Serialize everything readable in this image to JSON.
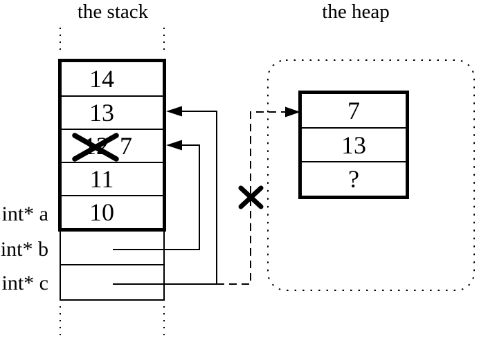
{
  "titles": {
    "stack": "the stack",
    "heap": "the heap"
  },
  "stack": {
    "cells": [
      {
        "value": "14"
      },
      {
        "value": "13"
      },
      {
        "old_value": "12",
        "new_value": "7",
        "crossed_out": true
      },
      {
        "value": "11"
      },
      {
        "value": "10"
      }
    ],
    "pointer_labels": [
      {
        "label": "int* a"
      },
      {
        "label": "int* b"
      },
      {
        "label": "int* c"
      }
    ]
  },
  "heap": {
    "cells": [
      {
        "value": "7"
      },
      {
        "value": "13"
      },
      {
        "value": "?"
      }
    ]
  },
  "colors": {
    "ink": "#000000",
    "background": "#ffffff"
  }
}
